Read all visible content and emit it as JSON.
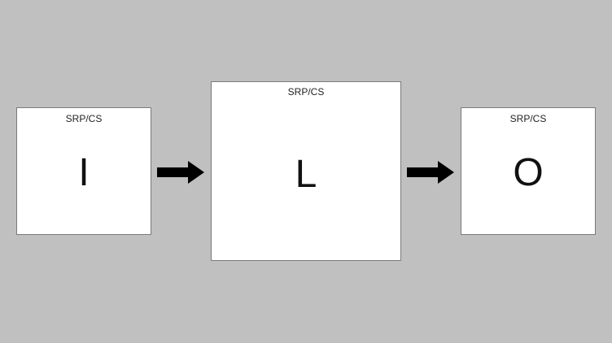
{
  "diagram": {
    "nodes": [
      {
        "id": "input",
        "caption": "SRP/CS",
        "letter": "I"
      },
      {
        "id": "logic",
        "caption": "SRP/CS",
        "letter": "L"
      },
      {
        "id": "output",
        "caption": "SRP/CS",
        "letter": "O"
      }
    ],
    "edges": [
      {
        "from": "input",
        "to": "logic"
      },
      {
        "from": "logic",
        "to": "output"
      }
    ],
    "colors": {
      "background": "#c0c0c0",
      "box_fill": "#ffffff",
      "box_border": "#7a7a7a",
      "arrow": "#000000"
    }
  }
}
